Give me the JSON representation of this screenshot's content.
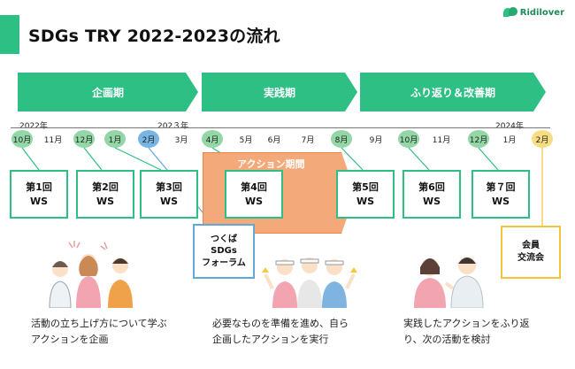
{
  "title": "SDGs TRY 2022-2023の流れ",
  "logo": {
    "text": "Ridilover"
  },
  "phases": [
    "企画期",
    "実践期",
    "ふり返り＆改善期"
  ],
  "years": {
    "y2022": "2022年",
    "y2023": "202３年",
    "y2024": "2024年"
  },
  "months": [
    {
      "label": "10月",
      "marker": "green"
    },
    {
      "label": "11月",
      "marker": "none"
    },
    {
      "label": "12月",
      "marker": "green"
    },
    {
      "label": "1月",
      "marker": "green"
    },
    {
      "label": "2月",
      "marker": "blue"
    },
    {
      "label": "3月",
      "marker": "none"
    },
    {
      "label": "4月",
      "marker": "green"
    },
    {
      "label": "5月",
      "marker": "none"
    },
    {
      "label": "6月",
      "marker": "none"
    },
    {
      "label": "7月",
      "marker": "none"
    },
    {
      "label": "8月",
      "marker": "green"
    },
    {
      "label": "9月",
      "marker": "none"
    },
    {
      "label": "10月",
      "marker": "green"
    },
    {
      "label": "11月",
      "marker": "none"
    },
    {
      "label": "12月",
      "marker": "green"
    },
    {
      "label": "1月",
      "marker": "none"
    },
    {
      "label": "2月",
      "marker": "yellow"
    }
  ],
  "action_period_label": "アクション期間",
  "workshops": [
    {
      "number": "第1回",
      "ws": "WS"
    },
    {
      "number": "第2回",
      "ws": "WS"
    },
    {
      "number": "第3回",
      "ws": "WS"
    },
    {
      "number": "第4回",
      "ws": "WS"
    },
    {
      "number": "第5回",
      "ws": "WS"
    },
    {
      "number": "第6回",
      "ws": "WS"
    },
    {
      "number": "第７回",
      "ws": "WS"
    }
  ],
  "tsukuba": {
    "line1": "つくば",
    "line2": "SDGs",
    "line3": "フォーラム"
  },
  "kaiin": {
    "line1": "会員",
    "line2": "交流会"
  },
  "descriptions": [
    {
      "line1": "活動の立ち上げ方について学ぶ",
      "line2": "アクションを企画"
    },
    {
      "line1": "必要なものを準備を進め、自ら",
      "line2": "企画したアクションを実行"
    },
    {
      "line1": "実践したアクションをふり返",
      "line2": "り、次の活動を検討"
    }
  ],
  "colors": {
    "green": "#2ebf84",
    "orange": "#f4a97a",
    "blue": "#5fa8d8",
    "yellow": "#f2c33b"
  }
}
